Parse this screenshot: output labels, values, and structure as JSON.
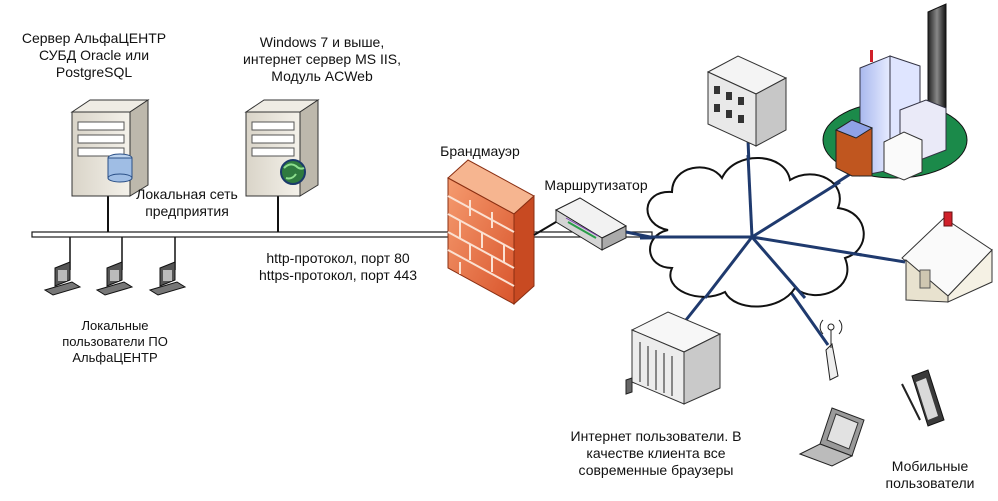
{
  "labels": {
    "db_server": [
      "Сервер АльфаЦЕНТР",
      "СУБД Oracle или",
      "PostgreSQL"
    ],
    "web_server": [
      "Windows 7 и выше,",
      "интернет сервер MS IIS,",
      "Модуль ACWeb"
    ],
    "lan": [
      "Локальная сеть",
      "предприятия"
    ],
    "firewall": "Брандмауэр",
    "router": "Маршрутизатор",
    "protocols": [
      "http-протокол,  порт 80",
      "https-протокол,  порт 443"
    ],
    "local_users": [
      "Локальные",
      "пользователи ПО",
      "АльфаЦЕНТР"
    ],
    "internet_users": [
      "Интернет пользователи. В",
      "качестве клиента все",
      "современные браузеры"
    ],
    "mobile_users": [
      "Мобильные",
      "пользователи"
    ]
  },
  "icons": {
    "db_server": "server-database-icon",
    "web_server": "server-globe-icon",
    "workstation": "workstation-icon",
    "firewall": "firewall-icon",
    "router": "router-icon",
    "cloud": "internet-cloud-icon",
    "office": "office-building-icon",
    "city": "city-skyscrapers-icon",
    "house": "house-icon",
    "antenna": "wireless-antenna-icon",
    "mainframe": "mainframe-icon",
    "laptop": "laptop-icon",
    "mobile": "mobile-device-icon"
  },
  "colors": {
    "bus": "#1a1a1a",
    "links": "#1f3a6e",
    "firewall": "#e8693f",
    "grass": "#1b8a4a"
  }
}
